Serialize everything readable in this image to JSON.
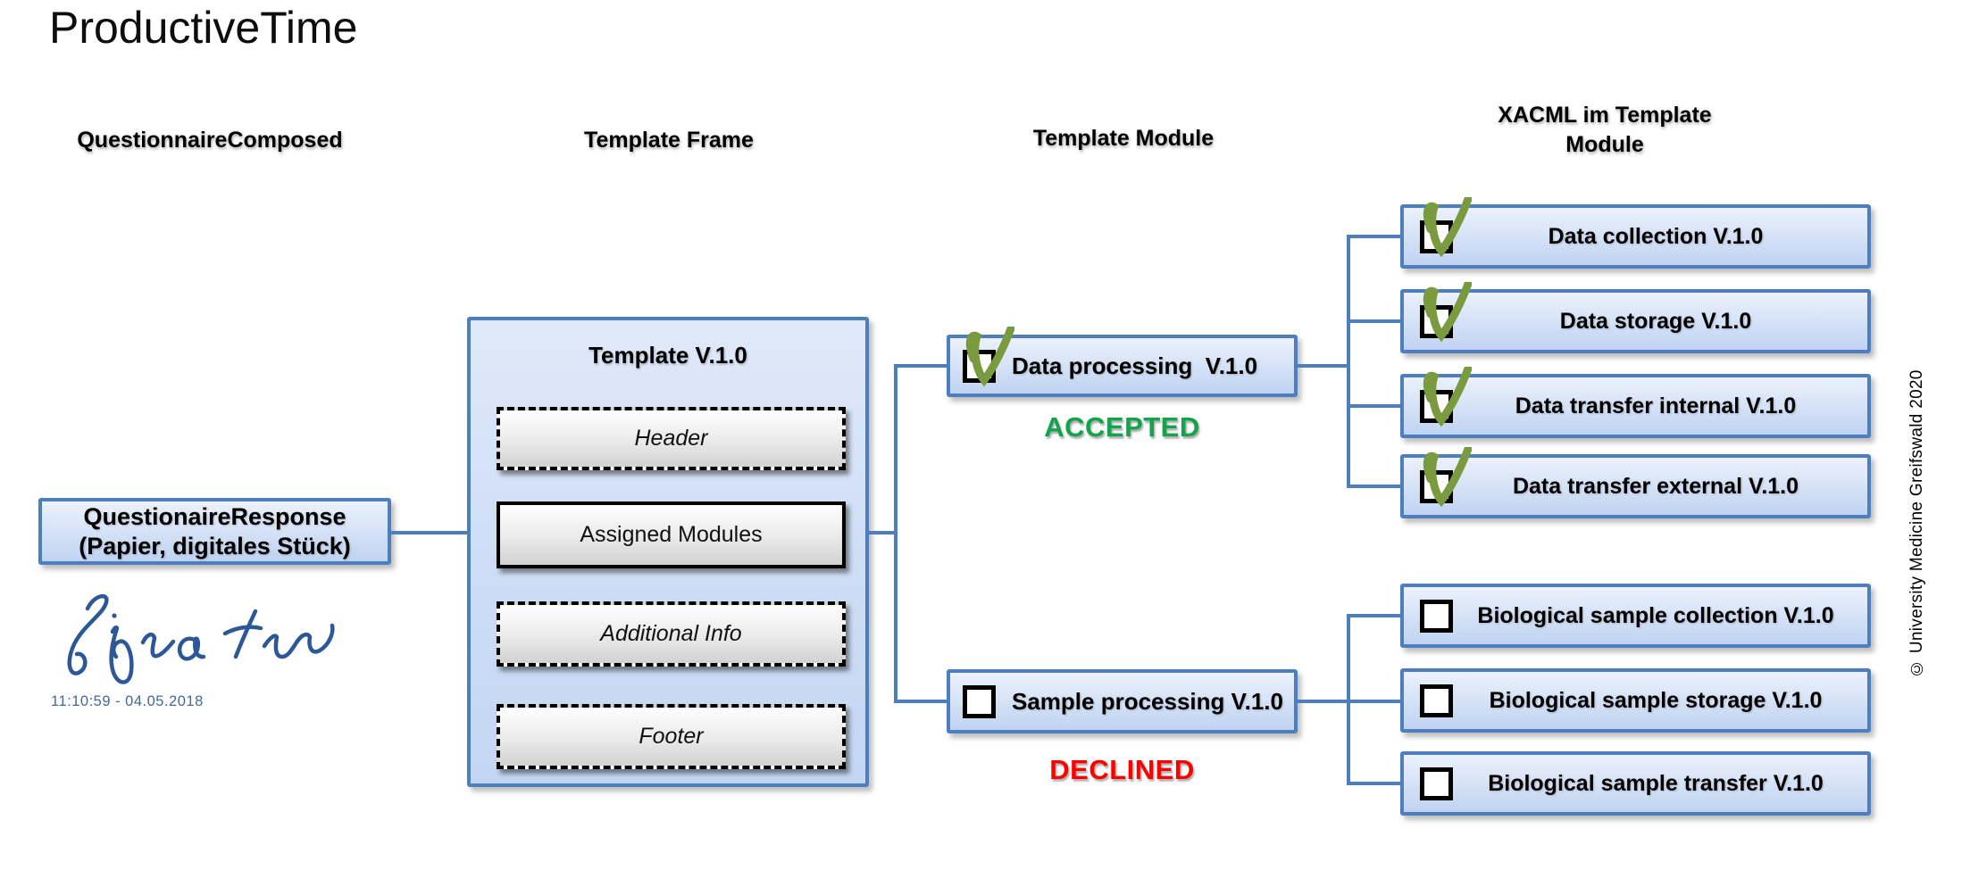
{
  "title": "ProductiveTime",
  "columns": {
    "col1": "QuestionnaireComposed",
    "col2": "Template Frame",
    "col3": "Template Module",
    "col4": "XACML im Template Module"
  },
  "response_box": {
    "line1": "QuestionaireResponse",
    "line2": "(Papier, digitales Stück)"
  },
  "signature": {
    "timestamp": "11:10:59 - 04.05.2018"
  },
  "template_frame": {
    "title": "Template V.1.0",
    "sections": [
      {
        "label": "Header",
        "style": "dashed"
      },
      {
        "label": "Assigned Modules",
        "style": "solid"
      },
      {
        "label": "Additional Info",
        "style": "dashed"
      },
      {
        "label": "Footer",
        "style": "dashed"
      }
    ]
  },
  "modules": [
    {
      "label": "Data processing  V.1.0",
      "checked": true,
      "status": "ACCEPTED"
    },
    {
      "label": "Sample processing V.1.0",
      "checked": false,
      "status": "DECLINED"
    }
  ],
  "xacml": {
    "data": [
      {
        "label": "Data collection V.1.0",
        "checked": true
      },
      {
        "label": "Data storage V.1.0",
        "checked": true
      },
      {
        "label": "Data transfer internal V.1.0",
        "checked": true
      },
      {
        "label": "Data transfer external V.1.0",
        "checked": true
      }
    ],
    "biological": [
      {
        "label": "Biological sample collection V.1.0",
        "checked": false
      },
      {
        "label": "Biological sample storage V.1.0",
        "checked": false
      },
      {
        "label": "Biological sample transfer V.1.0",
        "checked": false
      }
    ]
  },
  "copyright": "© University Medicine Greifswald 2020",
  "colors": {
    "accent_blue": "#4d7ebd",
    "check_green": "#7a9a3f",
    "accepted_green": "#12a44b",
    "declined_red": "#fe0000",
    "signature_blue": "#2d5797"
  }
}
